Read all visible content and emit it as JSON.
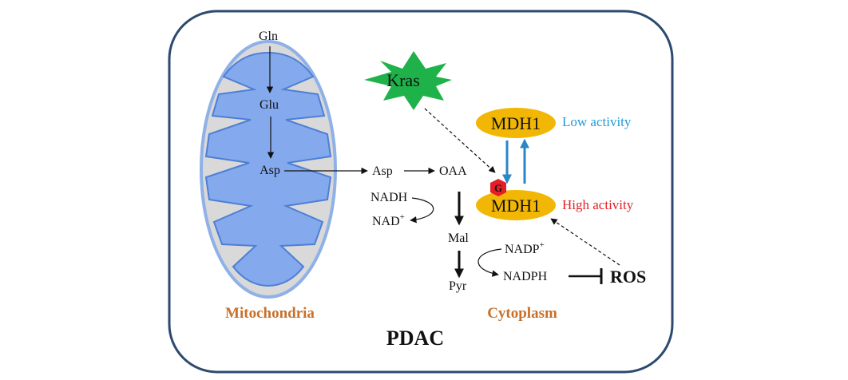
{
  "colors": {
    "frame_stroke": "#2c4a6e",
    "mito_outer_fill": "#d9d9d9",
    "mito_outer_stroke": "#8fb1e8",
    "mito_inner_fill": "#84a9ec",
    "mito_inner_stroke": "#4d7fd6",
    "kras_fill": "#1fb24a",
    "mdh1_fill": "#f2b705",
    "g_badge": "#e41e26",
    "cycle_arrows": "#2b86c5",
    "low_activity": "#1f9bd7",
    "high_activity": "#e41e26",
    "section_label": "#c8702a",
    "black": "#111111"
  },
  "labels": {
    "gln": "Gln",
    "glu": "Glu",
    "asp_mito": "Asp",
    "asp_cyto": "Asp",
    "oaa": "OAA",
    "nadh": "NADH",
    "nad_base": "NAD",
    "nad_sup": "+",
    "mal": "Mal",
    "pyr": "Pyr",
    "nadp_base": "NADP",
    "nadp_sup": "+",
    "nadph": "NADPH",
    "ros": "ROS",
    "kras": "Kras",
    "mdh1_top": "MDH1",
    "mdh1_bottom": "MDH1",
    "g_badge": "G",
    "low_activity": "Low activity",
    "high_activity": "High activity",
    "mitochondria": "Mitochondria",
    "cytoplasm": "Cytoplasm",
    "pdac": "PDAC"
  }
}
